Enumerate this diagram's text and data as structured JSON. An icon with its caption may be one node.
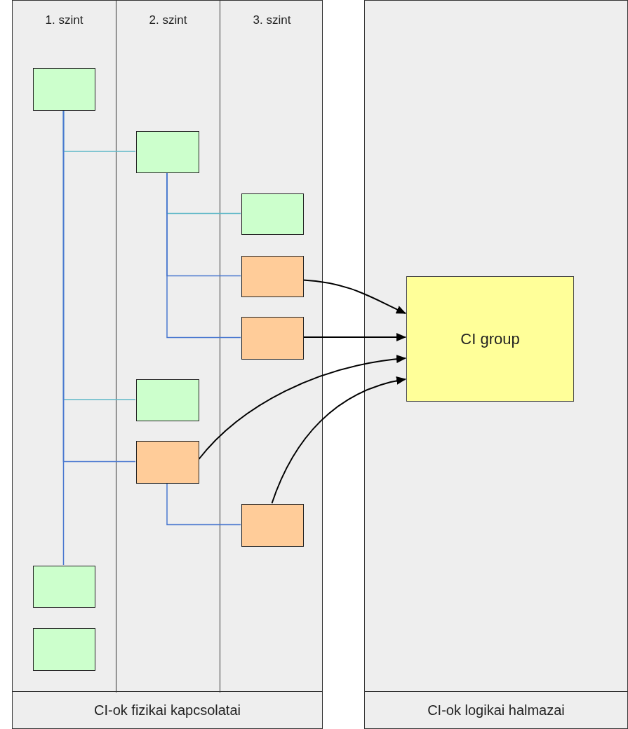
{
  "diagram": {
    "nodes": [
      {
        "text": [
          "CI-ok fizikai kapcsolatai"
        ]
      },
      {
        "text": [
          "1. szint"
        ],
        "in": 0
      },
      {
        "text": [
          "2. szint"
        ],
        "in": 0
      },
      {
        "text": [
          "3. szint"
        ],
        "in": 0
      },
      {
        "text": [],
        "shape": "box",
        "in": 1
      },
      {
        "text": [],
        "shape": "box",
        "in": 2
      },
      {
        "text": [],
        "shape": "box",
        "in": 3
      },
      {
        "text": [],
        "shape": "box",
        "in": 3
      },
      {
        "text": [],
        "shape": "box",
        "in": 3
      },
      {
        "text": [],
        "shape": "box",
        "in": 2
      },
      {
        "text": [],
        "shape": "box",
        "in": 2
      },
      {
        "text": [],
        "shape": "box",
        "in": 3
      },
      {
        "text": [],
        "shape": "box",
        "in": 1
      },
      {
        "text": [],
        "shape": "box",
        "in": 1
      },
      {
        "text": [
          "CI-ok logikai halmazai"
        ]
      },
      {
        "text": [
          "CI group"
        ],
        "in": 14
      }
    ],
    "edges": [
      {
        "from": 4,
        "to": 5,
        "arrow": "none",
        "color": "#5fb8c8"
      },
      {
        "from": 4,
        "to": 9,
        "arrow": "none",
        "color": "#5fb8c8"
      },
      {
        "from": 4,
        "to": 10,
        "arrow": "none"
      },
      {
        "from": 4,
        "to": 12,
        "arrow": "none"
      },
      {
        "from": 5,
        "to": 6,
        "arrow": "none",
        "color": "#5fb8c8"
      },
      {
        "from": 5,
        "to": 7,
        "arrow": "none"
      },
      {
        "from": 5,
        "to": 8,
        "arrow": "none"
      },
      {
        "from": 10,
        "to": 11,
        "arrow": "none"
      },
      {
        "from": 7,
        "to": 15,
        "arrow": "to",
        "color": "#000000"
      },
      {
        "from": 8,
        "to": 15,
        "arrow": "to",
        "color": "#000000"
      },
      {
        "from": 10,
        "to": 15,
        "arrow": "to",
        "color": "#000000"
      },
      {
        "from": 11,
        "to": 15,
        "arrow": "to",
        "color": "#000000"
      }
    ]
  }
}
